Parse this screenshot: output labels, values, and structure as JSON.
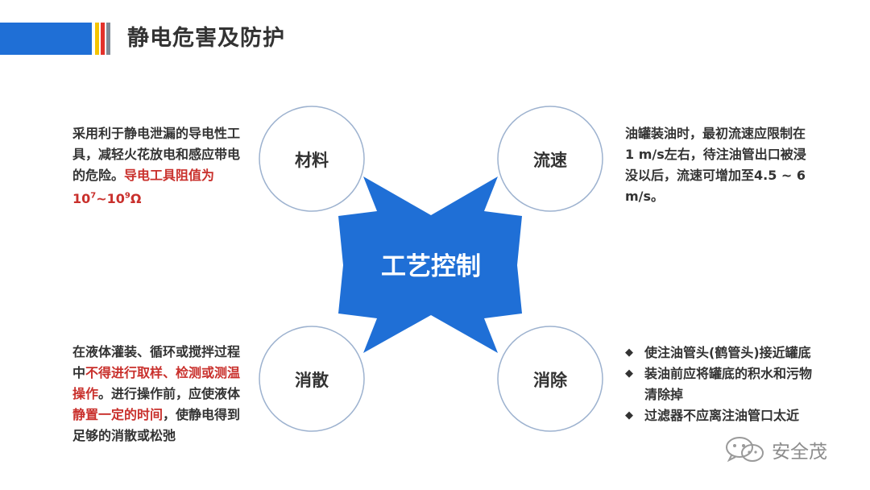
{
  "header": {
    "title": "静电危害及防护"
  },
  "diagram": {
    "center": "工艺控制",
    "circles": {
      "tl": "材料",
      "tr": "流速",
      "bl": "消散",
      "br": "消除"
    }
  },
  "text_tl": {
    "normal": "采用利于静电泄漏的导电性工具，减轻火花放电和感应带电的危险。",
    "highlight_a": "导电工具阻值为10",
    "exp1": "7",
    "mid": "~10",
    "exp2": "9",
    "unit": "Ω"
  },
  "text_tr": "油罐装油时，最初流速应限制在1  m/s左右，待注油管出口被浸没以后，流速可增加至4.5 ~ 6 m/s。",
  "text_bl": {
    "p1": "在液体灌装、循环或搅拌过程中",
    "h1": "不得进行取样、检测或测温操作",
    "p2": "。进行操作前，应使液体",
    "h2": "静置一定的时间",
    "p3": "，使静电得到足够的消散或松弛"
  },
  "text_br": {
    "bullet": "◆",
    "items": [
      "使注油管头(鹤管头)接近罐底",
      "装油前应将罐底的积水和污物清除掉",
      "过滤器不应离注油管口太近"
    ]
  },
  "watermark": "安全茂",
  "colors": {
    "accent_blue": "#1f6fd6",
    "highlight_red": "#c9302c",
    "circle_stroke": "#9db2cf"
  }
}
